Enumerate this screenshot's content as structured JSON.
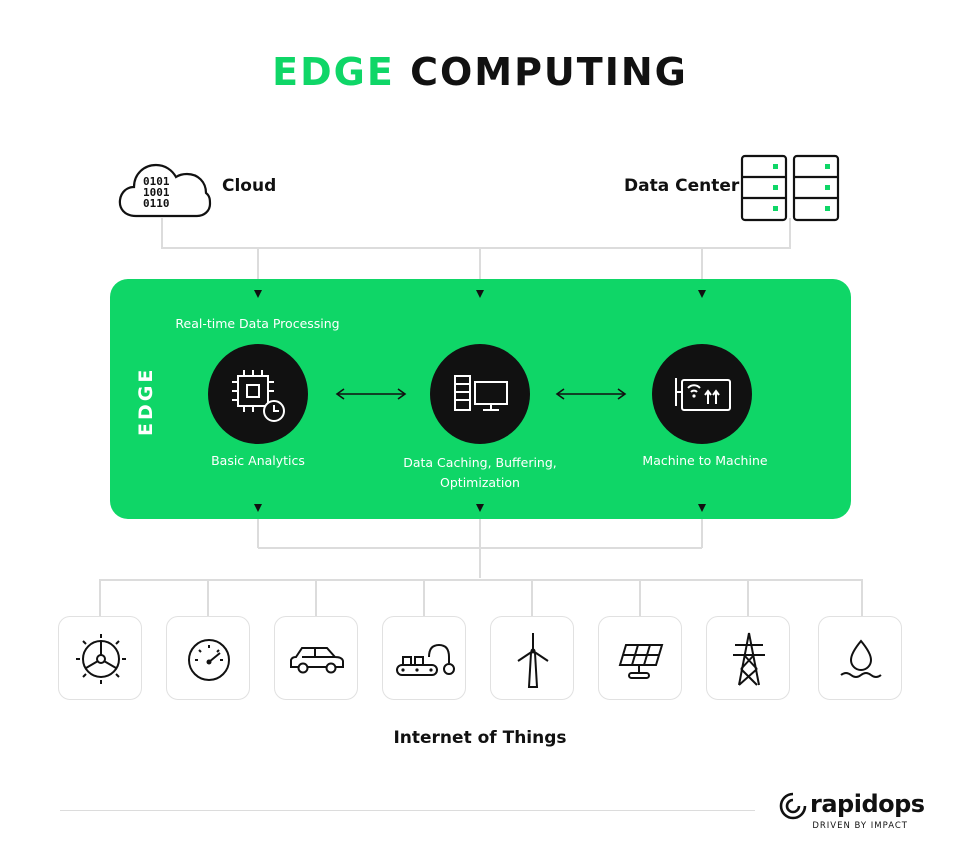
{
  "title": {
    "accent": "EDGE",
    "rest": "COMPUTING"
  },
  "top": {
    "cloud_label": "Cloud",
    "cloud_binary": [
      "0101",
      "1001",
      "0110"
    ],
    "datacenter_label": "Data Center"
  },
  "edge": {
    "label": "EDGE",
    "realtime_label": "Real-time Data Processing",
    "nodes": [
      {
        "label": "Basic Analytics",
        "icon": "cpu-clock-icon"
      },
      {
        "label": "Data Caching, Buffering, Optimization",
        "icon": "server-monitor-icon"
      },
      {
        "label": "Machine to Machine",
        "icon": "wireless-device-icon"
      }
    ]
  },
  "iot": {
    "label": "Internet of Things",
    "devices": [
      "turbine-valve-icon",
      "speedometer-icon",
      "car-icon",
      "conveyor-robot-icon",
      "wind-turbine-icon",
      "solar-panel-icon",
      "power-tower-icon",
      "water-drop-icon"
    ]
  },
  "brand": {
    "name": "rapidops",
    "tagline": "DRIVEN BY IMPACT"
  },
  "colors": {
    "accent": "#0fd667",
    "dark": "#111111",
    "line": "#dcdcdc"
  }
}
